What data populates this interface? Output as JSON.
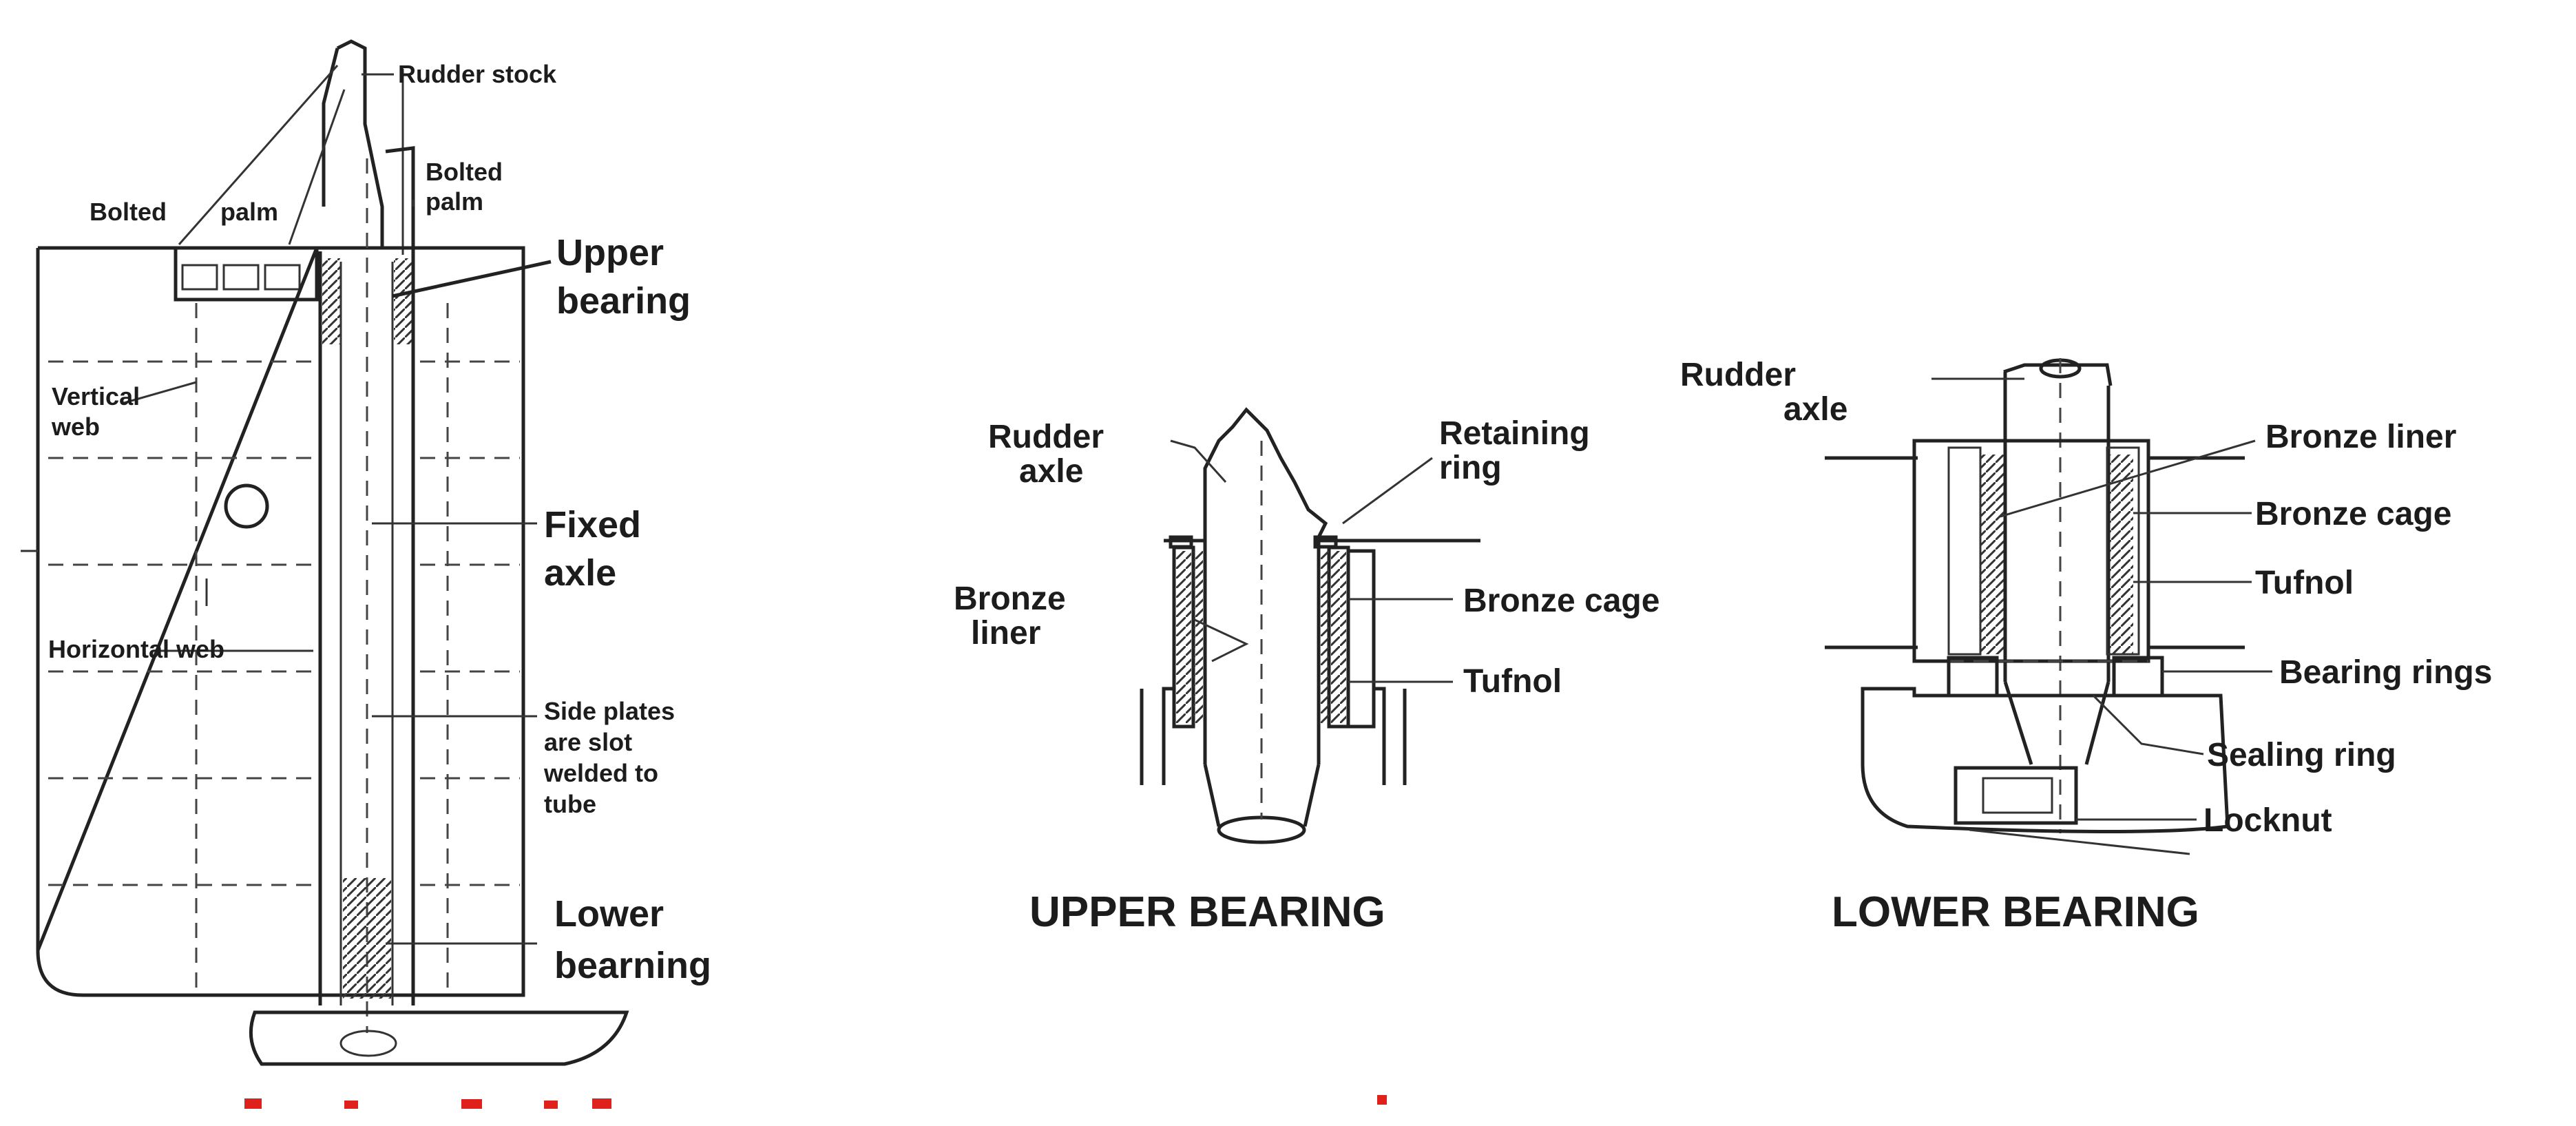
{
  "left_figure": {
    "rudder_stock": "Rudder stock",
    "bolted_palm_left_1": "Bolted",
    "bolted_palm_left_2": "palm",
    "bolted_palm_right_1": "Bolted",
    "bolted_palm_right_2": "palm",
    "upper_bearing_1": "Upper",
    "upper_bearing_2": "bearing",
    "vertical_web_1": "Vertical",
    "vertical_web_2": "web",
    "fixed_axle_1": "Fixed",
    "fixed_axle_2": "axle",
    "horizontal_web": "Horizontal web",
    "side_plates_1": "Side plates",
    "side_plates_2": "are slot",
    "side_plates_3": "welded to",
    "side_plates_4": "tube",
    "lower_bearing_1": "Lower",
    "lower_bearing_2": "bearning"
  },
  "upper_bearing": {
    "title": "UPPER BEARING",
    "rudder_axle_1": "Rudder",
    "rudder_axle_2": "axle",
    "retaining_ring_1": "Retaining",
    "retaining_ring_2": "ring",
    "bronze_liner_1": "Bronze",
    "bronze_liner_2": "liner",
    "bronze_cage": "Bronze cage",
    "tufnol": "Tufnol"
  },
  "lower_bearing": {
    "title": "LOWER BEARING",
    "rudder_axle_1": "Rudder",
    "rudder_axle_2": "axle",
    "bronze_liner": "Bronze liner",
    "bronze_cage": "Bronze cage",
    "tufnol": "Tufnol",
    "bearing_rings": "Bearing rings",
    "sealing_ring": "Sealing ring",
    "locknut": "Locknut"
  },
  "colors": {
    "line": "#222222",
    "accent_marks": "#e0201a",
    "background": "#ffffff"
  }
}
